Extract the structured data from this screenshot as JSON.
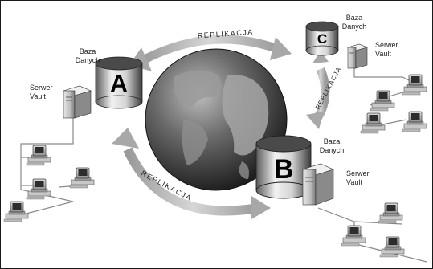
{
  "diagram": {
    "replication_label": "REPLIKACJA",
    "database_label": "Baza\nDanych",
    "server_label": "Serwer\nVault",
    "sites": {
      "a": {
        "letter": "A",
        "database": "Baza\nDanych",
        "server": "Serwer\nVault"
      },
      "b": {
        "letter": "B",
        "database": "Baza\nDanych",
        "server": "Serwer\nVault"
      },
      "c": {
        "letter": "C",
        "database": "Baza\nDanych",
        "server": "Serwer\nVault"
      }
    },
    "links": [
      {
        "from": "A",
        "to": "C",
        "label": "REPLIKACJA"
      },
      {
        "from": "C",
        "to": "B",
        "label": "REPLIKACJA"
      },
      {
        "from": "B",
        "to": "A",
        "label": "REPLIKACJA"
      }
    ]
  }
}
